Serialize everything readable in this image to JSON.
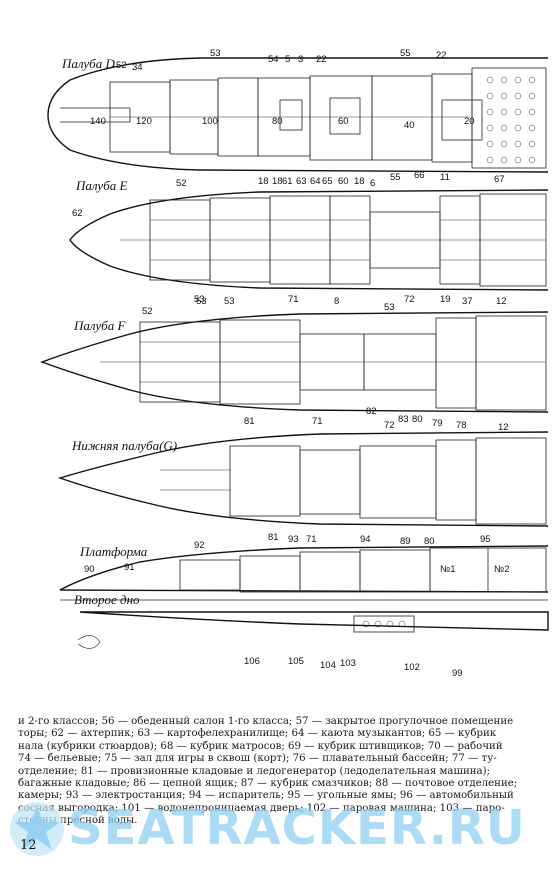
{
  "decks": {
    "deck_d": "Палуба D",
    "deck_e": "Палуба E",
    "deck_f": "Палуба F",
    "lower": "Нижняя палуба(G)",
    "platform": "Платформа",
    "second_bottom": "Второе дно"
  },
  "callouts": {
    "d": [
      "52",
      "34",
      "53",
      "54",
      "5",
      "3",
      "22",
      "55",
      "22",
      "60",
      "40",
      "20",
      "140",
      "120",
      "100",
      "80"
    ],
    "d_low": [
      "61",
      "63",
      "64",
      "65",
      "60",
      "18",
      "6",
      "55",
      "66",
      "11"
    ],
    "e": [
      "52",
      "18",
      "18",
      "62",
      "67",
      "53",
      "53",
      "71",
      "8",
      "53",
      "72",
      "19",
      "37",
      "12"
    ],
    "f": [
      "52",
      "53",
      "81",
      "71",
      "82",
      "72",
      "83",
      "80",
      "79",
      "78",
      "12"
    ],
    "g": [
      "94",
      "89",
      "80",
      "95",
      "№1",
      "№2"
    ],
    "platform": [
      "92",
      "81",
      "93",
      "71",
      "90",
      "91",
      "106",
      "105",
      "104",
      "103",
      "102",
      "99"
    ]
  },
  "legend": {
    "line1": "и 2-го классов; 56 — обеденный салон 1-го класса; 57 — закрытое прогулочное помещение",
    "line2": "торы; 62 — ахтерпик; 63 — картофелехранилище; 64 — каюта музыкантов; 65 — кубрик",
    "line3": "нала (кубрики стюардов); 68 — кубрик матросов; 69 — кубрик штивщиков; 70 — рабочий",
    "line4": "74 — бельевые; 75 — зал для игры в сквош (корт); 76 — плавательный бассейн; 77 — ту-",
    "line5": "отделение; 81 — провизионные кладовые и ледогенератор (ледоделательная машина);",
    "line6": "багажные кладовые; 86 — цепной ящик; 87 — кубрик смазчиков; 88 — почтовое отделение;",
    "line7": "камеры; 93 — электростанция; 94 — испаритель; 95 — угольные ямы; 96 — автомобильный",
    "line8": "сосная выгородка; 101 — водонепроницаемая дверь; 102 — паровая машина; 103 — паро-",
    "line9": "стерны пресной воды."
  },
  "page_number": "12",
  "watermark": "SEATRACKER.RU"
}
